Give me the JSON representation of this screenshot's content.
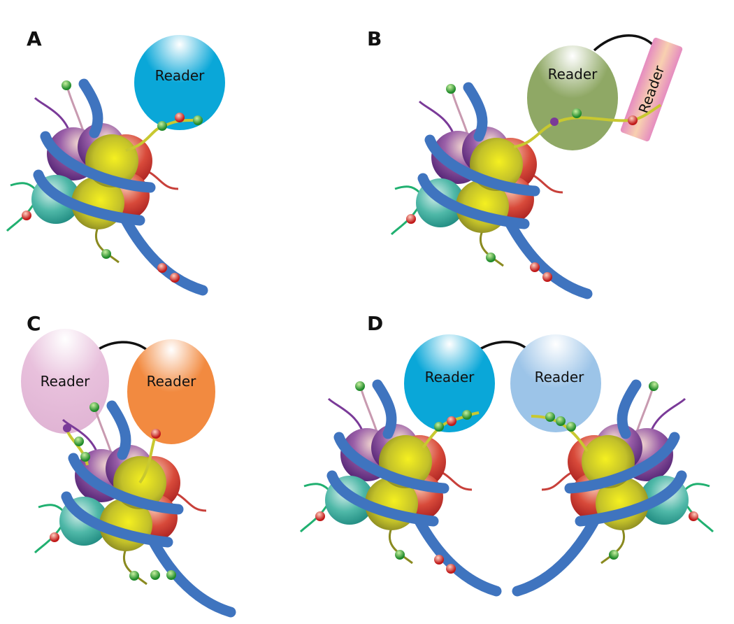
{
  "panels": [
    {
      "label": "A",
      "readers": [
        "Reader"
      ]
    },
    {
      "label": "B",
      "readers": [
        "Reader",
        "Reader"
      ]
    },
    {
      "label": "C",
      "readers": [
        "Reader",
        "Reader"
      ]
    },
    {
      "label": "D",
      "readers": [
        "Reader",
        "Reader"
      ]
    }
  ],
  "colors": {
    "dna": "#3f74bf",
    "reader_blue": "#0aa7d8",
    "reader_green": "#8fa865",
    "reader_pink_rect": "#e58cc0",
    "reader_light_pink": "#e8c0dc",
    "reader_orange": "#f28a40",
    "reader_light_blue": "#9cc4e8"
  }
}
